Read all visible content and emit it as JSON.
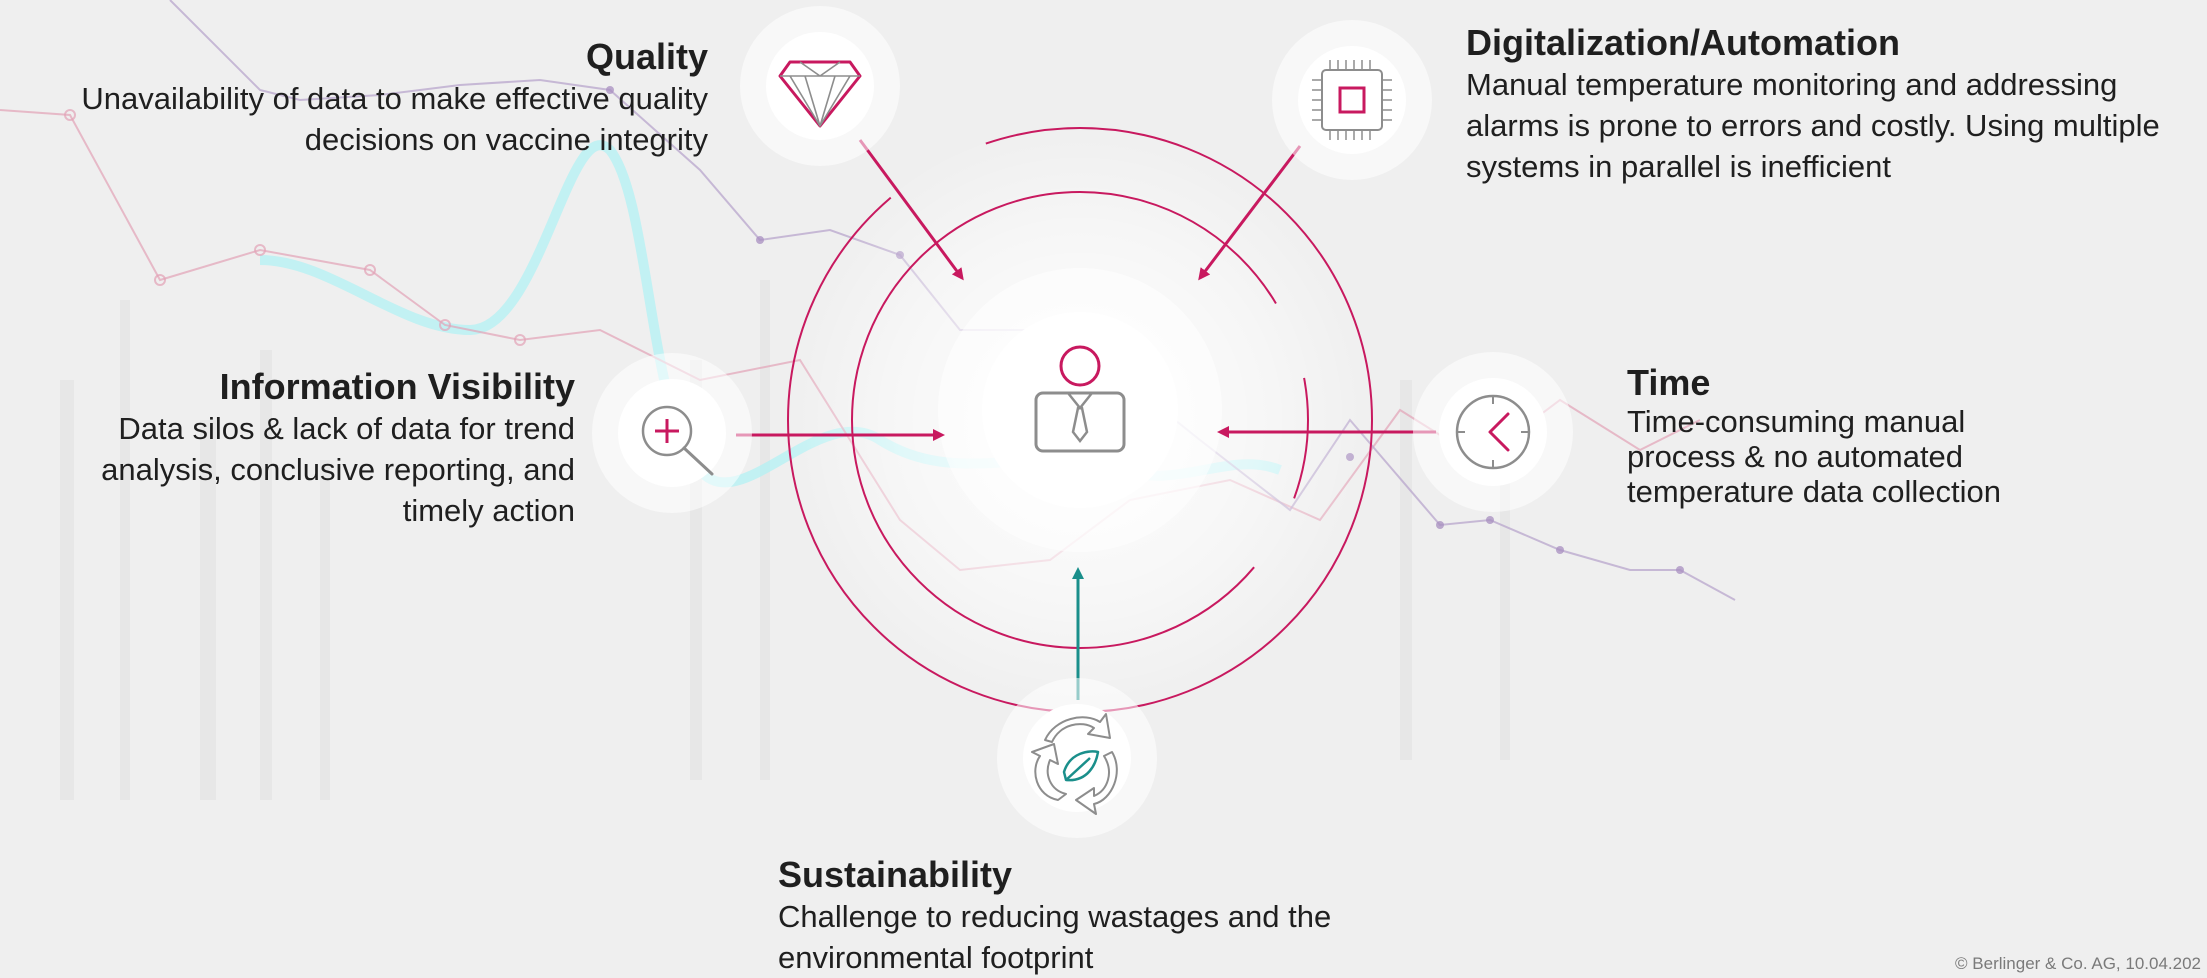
{
  "colors": {
    "accent": "#c8195f",
    "teal": "#1a8f8b",
    "icon_gray": "#8d8d8d",
    "background": "#efefef"
  },
  "center": {
    "icon": "person-with-tie-icon"
  },
  "factors": {
    "quality": {
      "title": "Quality",
      "body": "Unavailability of data to make effective quality decisions on vaccine integrity",
      "icon": "diamond-icon"
    },
    "digitalization": {
      "title": "Digitalization/Automation",
      "body": "Manual temperature monitoring and addressing alarms is prone to errors and costly. Using multiple systems in parallel is inefficient",
      "icon": "chip-icon"
    },
    "visibility": {
      "title": "Information Visibility",
      "body": "Data silos & lack of data for trend analysis, conclusive reporting, and timely action",
      "icon": "magnifier-icon"
    },
    "time": {
      "title": "Time",
      "body": "Time-consuming manual process & no automated temperature data collection",
      "icon": "clock-icon"
    },
    "sustainability": {
      "title": "Sustainability",
      "body": "Challenge to reducing wastages and the environmental footprint",
      "icon": "recycle-leaf-icon"
    }
  },
  "footer": {
    "text": "© Berlinger & Co. AG, 10.04.202"
  }
}
